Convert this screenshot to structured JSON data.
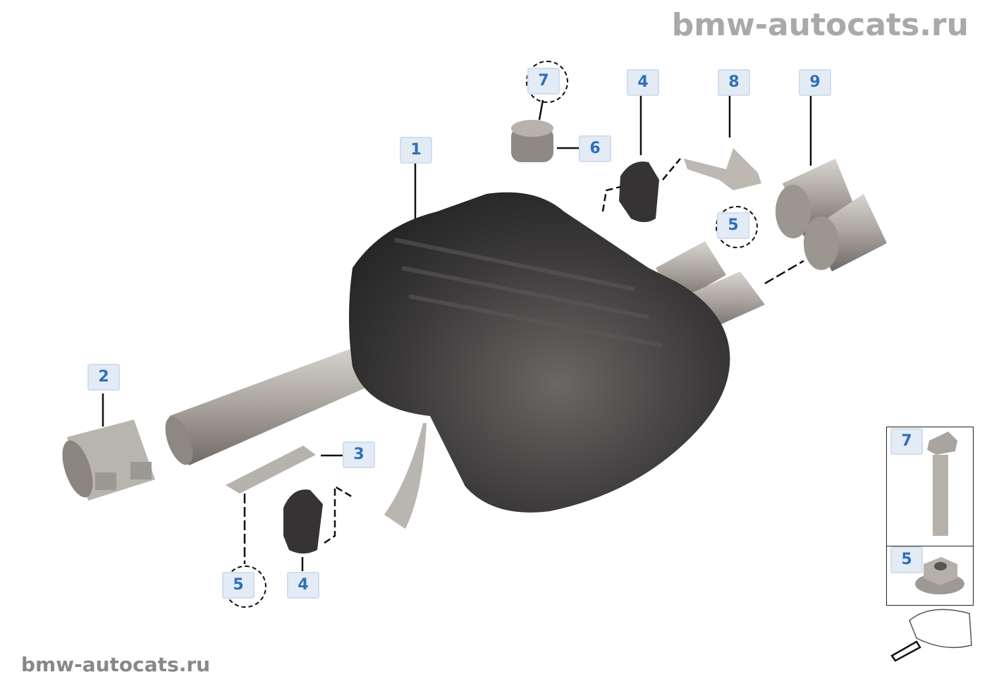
{
  "watermark_top": "bmw-autocats.ru",
  "watermark_bottom": "bmw-autocats.ru",
  "callouts": {
    "c7": "7",
    "c4a": "4",
    "c8": "8",
    "c9": "9",
    "c1": "1",
    "c6": "6",
    "c5a": "5",
    "c2": "2",
    "c3": "3",
    "c5b": "5",
    "c4b": "4",
    "inset7": "7",
    "inset5": "5"
  },
  "colors": {
    "callout_text": "#2f6fba",
    "callout_bg": "#e3ebf5",
    "muffler": "#3a3838",
    "pipe": "#b5b0aa"
  }
}
